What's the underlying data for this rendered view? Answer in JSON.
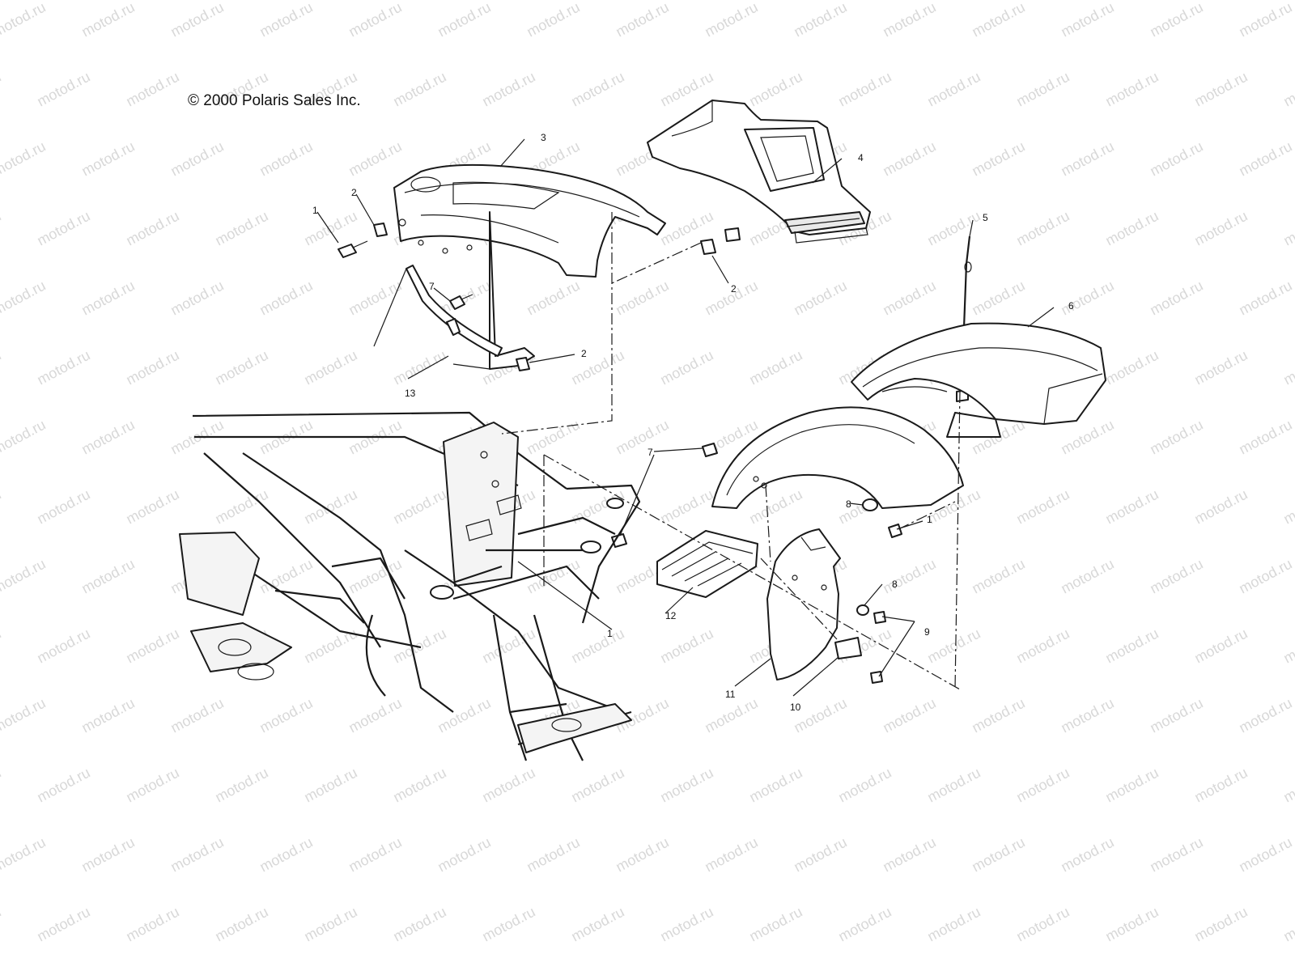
{
  "copyright": "© 2000 Polaris Sales Inc.",
  "watermark": "motod.ru",
  "callouts": [
    {
      "id": "c1a",
      "label": "1"
    },
    {
      "id": "c2a",
      "label": "2"
    },
    {
      "id": "c3",
      "label": "3"
    },
    {
      "id": "c4",
      "label": "4"
    },
    {
      "id": "c5",
      "label": "5"
    },
    {
      "id": "c6",
      "label": "6"
    },
    {
      "id": "c2b",
      "label": "2"
    },
    {
      "id": "c7a",
      "label": "7"
    },
    {
      "id": "c2c",
      "label": "2"
    },
    {
      "id": "c13",
      "label": "13"
    },
    {
      "id": "c7b",
      "label": "7"
    },
    {
      "id": "c8a",
      "label": "8"
    },
    {
      "id": "c1b",
      "label": "1"
    },
    {
      "id": "c8b",
      "label": "8"
    },
    {
      "id": "c9",
      "label": "9"
    },
    {
      "id": "c1c",
      "label": "1"
    },
    {
      "id": "c12",
      "label": "12"
    },
    {
      "id": "c11",
      "label": "11"
    },
    {
      "id": "c10",
      "label": "10"
    }
  ],
  "colors": {
    "line": "#1a1a1a",
    "watermark": "#d8d8d8",
    "background": "#ffffff"
  }
}
